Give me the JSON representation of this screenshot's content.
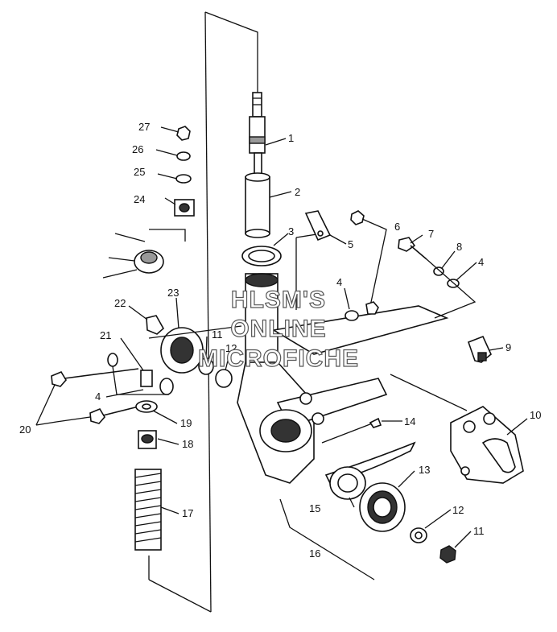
{
  "watermark": {
    "line1": "HLSM'S",
    "line2": "ONLINE",
    "line3": "MICROFICHE"
  },
  "callouts": [
    {
      "id": "c1",
      "text": "1"
    },
    {
      "id": "c2",
      "text": "2"
    },
    {
      "id": "c3",
      "text": "3"
    },
    {
      "id": "c4a",
      "text": "4"
    },
    {
      "id": "c4b",
      "text": "4"
    },
    {
      "id": "c4c",
      "text": "4"
    },
    {
      "id": "c5",
      "text": "5"
    },
    {
      "id": "c6",
      "text": "6"
    },
    {
      "id": "c7",
      "text": "7"
    },
    {
      "id": "c8",
      "text": "8"
    },
    {
      "id": "c9",
      "text": "9"
    },
    {
      "id": "c10",
      "text": "10"
    },
    {
      "id": "c11a",
      "text": "11"
    },
    {
      "id": "c11b",
      "text": "11"
    },
    {
      "id": "c12a",
      "text": "12"
    },
    {
      "id": "c12b",
      "text": "12"
    },
    {
      "id": "c13",
      "text": "13"
    },
    {
      "id": "c14",
      "text": "14"
    },
    {
      "id": "c15",
      "text": "15"
    },
    {
      "id": "c16",
      "text": "16"
    },
    {
      "id": "c17",
      "text": "17"
    },
    {
      "id": "c18",
      "text": "18"
    },
    {
      "id": "c19",
      "text": "19"
    },
    {
      "id": "c20",
      "text": "20"
    },
    {
      "id": "c21",
      "text": "21"
    },
    {
      "id": "c22",
      "text": "22"
    },
    {
      "id": "c23",
      "text": "23"
    },
    {
      "id": "c24",
      "text": "24"
    },
    {
      "id": "c25",
      "text": "25"
    },
    {
      "id": "c26",
      "text": "26"
    },
    {
      "id": "c27",
      "text": "27"
    }
  ]
}
